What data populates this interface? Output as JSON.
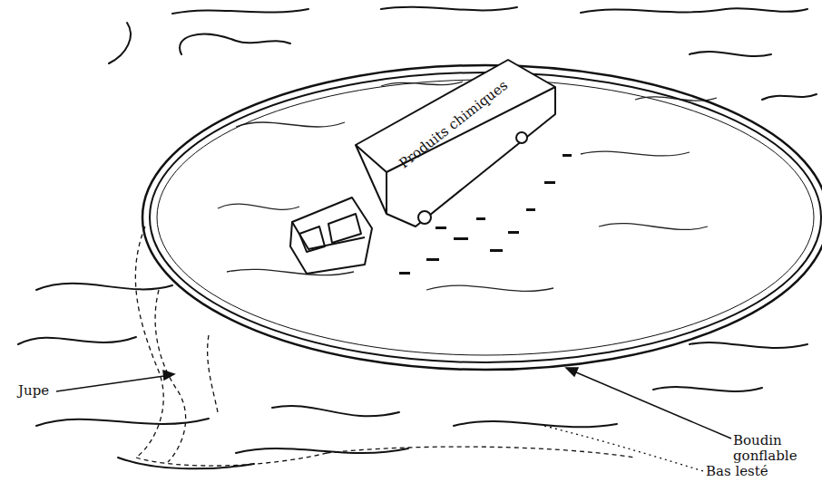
{
  "diagram": {
    "labels": [
      "Produits chimiques",
      "Jupe",
      "Boudin gonflable",
      "Bas lesté"
    ]
  }
}
